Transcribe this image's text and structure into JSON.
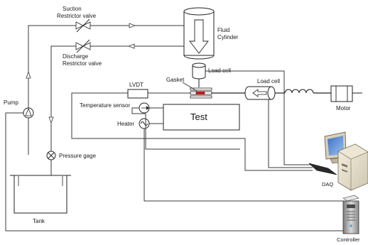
{
  "labels": {
    "suction_valve": [
      "Suction",
      "Restrictor valve"
    ],
    "discharge_valve": [
      "Discharge",
      "Restrictor valve"
    ],
    "fluid_cylinder": [
      "Fluid",
      "Cylinder"
    ],
    "load_cell_top": "Load cell",
    "gasket": "Gasket",
    "lvdt": "LVDT",
    "load_cell_right": "Load cell",
    "temperature_sensor": "Temperature sensor",
    "test": "Test",
    "heater": "Heater",
    "motor": "Motor",
    "pump": "Pump",
    "pressure_gage": "Pressure gage",
    "tank": "Tank",
    "daq": "DAQ",
    "controller": "Controller"
  }
}
